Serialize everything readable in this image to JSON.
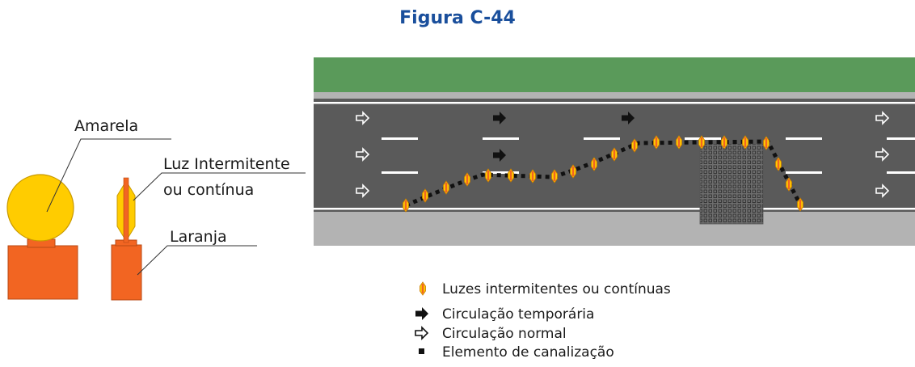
{
  "title": "Figura C-44",
  "labels": {
    "amarela": "Amarela",
    "luz_line1": "Luz Intermitente",
    "luz_line2": "ou contínua",
    "laranja": "Laranja"
  },
  "legend": {
    "lights": "Luzes intermitentes ou contínuas",
    "temporary": "Circulação temporária",
    "normal": "Circulação normal",
    "channel": "Elemento de canalização"
  },
  "colors": {
    "title": "#1a4f9c",
    "grass": "#5a9a5a",
    "road": "#5a5a5a",
    "shoulder": "#b3b3b3",
    "yellow": "#ffcc00",
    "orange": "#f26522"
  }
}
